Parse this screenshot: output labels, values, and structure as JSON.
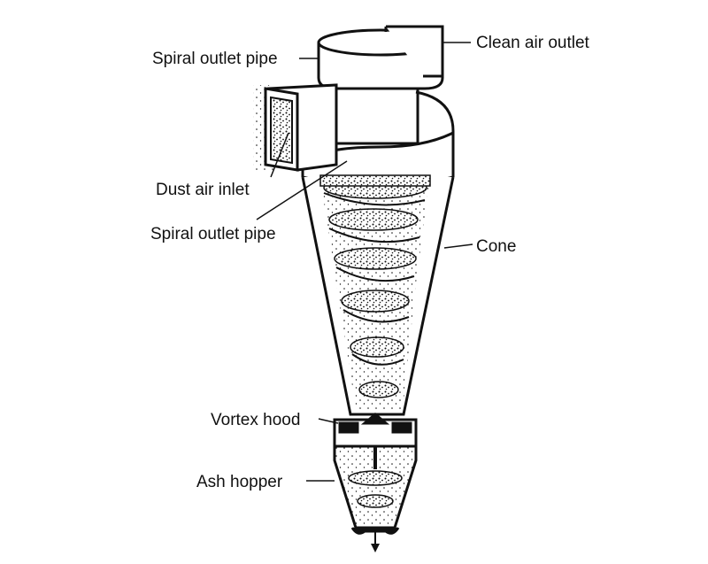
{
  "diagram": {
    "colors": {
      "ink": "#111111",
      "paper": "#ffffff"
    },
    "labels": {
      "clean_air_outlet": "Clean air outlet",
      "spiral_outlet_pipe_top": "Spiral outlet pipe",
      "dust_air_inlet": "Dust air inlet",
      "spiral_outlet_pipe_mid": "Spiral outlet pipe",
      "cone": "Cone",
      "vortex_hood": "Vortex hood",
      "ash_hopper": "Ash hopper"
    }
  }
}
